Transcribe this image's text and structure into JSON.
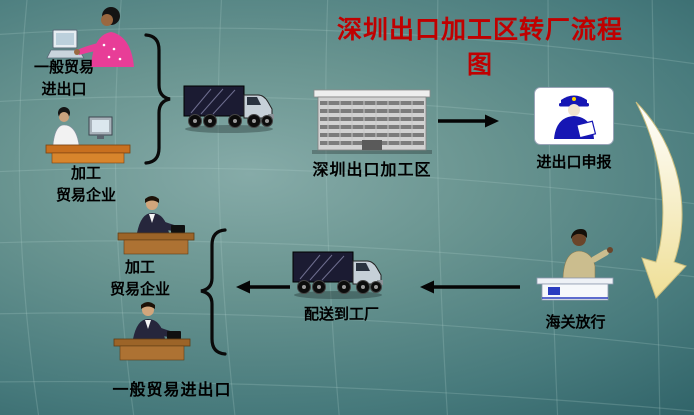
{
  "title": {
    "text": "深圳出口加工区转厂流程\n图",
    "color": "#c00000"
  },
  "flow_top": {
    "general_trade": {
      "label": "一般贸易\n进出口"
    },
    "processing_enterprise": {
      "label": "加工\n贸易企业"
    },
    "export_zone": {
      "label": "深圳出口加工区"
    },
    "declaration": {
      "label": "进出口申报"
    }
  },
  "flow_bottom": {
    "customs_release": {
      "label": "海关放行"
    },
    "delivery": {
      "label": "配送到工厂"
    },
    "processing_enterprise": {
      "label": "加工\n贸易企业"
    },
    "general_trade": {
      "label": "一般贸易进出口"
    }
  },
  "colors": {
    "title_red": "#c00000",
    "officer_blue": "#1616b4",
    "curved_arrow_yellow": "#efdf96",
    "background_teal": "#477a7c",
    "desk_brown": "#9c6428",
    "woman_pink": "#e83d97"
  },
  "icons": {
    "woman-at-laptop": "clipart: woman typing on laptop",
    "clerk-with-computer": "clipart: clerk behind desk with monitor",
    "truck": "clipart: container truck",
    "factory-building": "clipart: multi-storey processing-zone building",
    "customs-officer-badge": "white card with blue customs officer holding form",
    "customs-officer-desk": "officer at inspection counter pointing",
    "clerk-at-desk": "clipart: clerk writing at desk with phone",
    "brace-right": "}",
    "brace-left": "{",
    "arrow-right": "→",
    "arrow-left": "←",
    "curved-arrow-down": "large yellow arrow curving downward"
  }
}
